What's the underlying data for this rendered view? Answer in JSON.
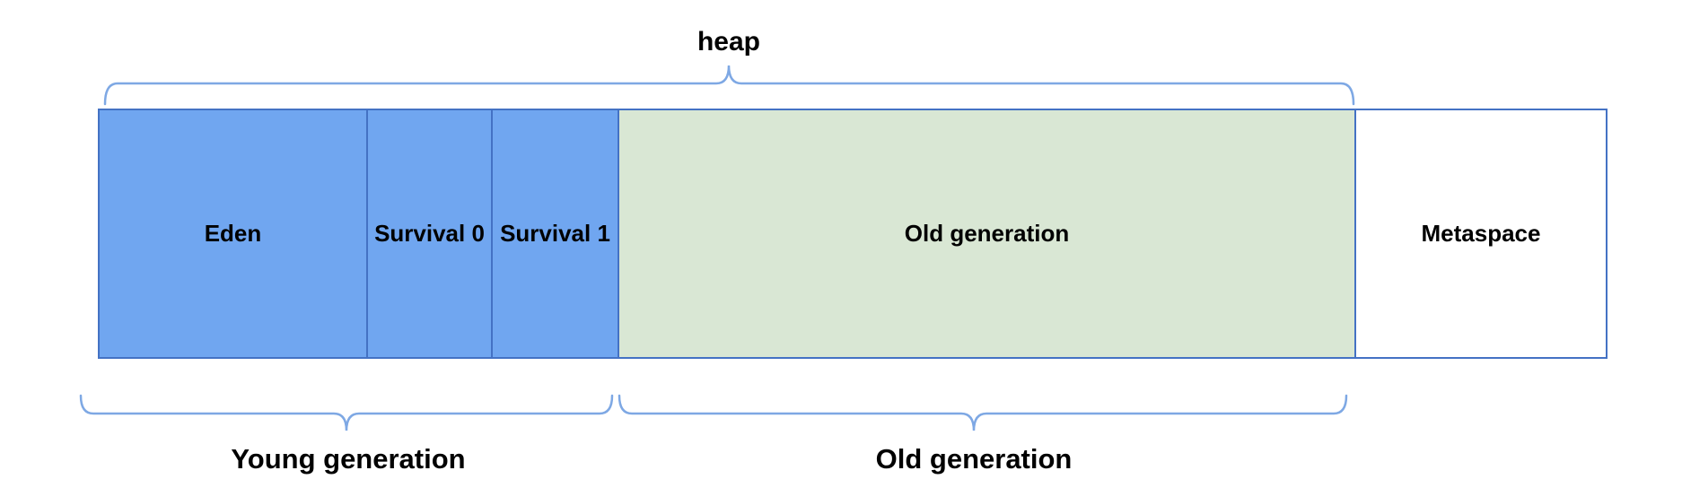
{
  "diagram": {
    "heap_label": "heap",
    "boxes": [
      {
        "id": "eden",
        "label": "Eden"
      },
      {
        "id": "survival-0",
        "label": "Survival 0"
      },
      {
        "id": "survival-1",
        "label": "Survival 1"
      },
      {
        "id": "old-generation",
        "label": "Old generation"
      },
      {
        "id": "metaspace",
        "label": "Metaspace"
      }
    ],
    "group_labels": {
      "young": "Young generation",
      "old": "Old generation"
    },
    "colors": {
      "young_generation_fill": "#70a6f0",
      "old_generation_fill": "#d9e7d4",
      "metaspace_fill": "#ffffff",
      "box_border": "#4472c4",
      "brace_stroke": "#7ea8e4",
      "label_text": "#000000"
    }
  }
}
